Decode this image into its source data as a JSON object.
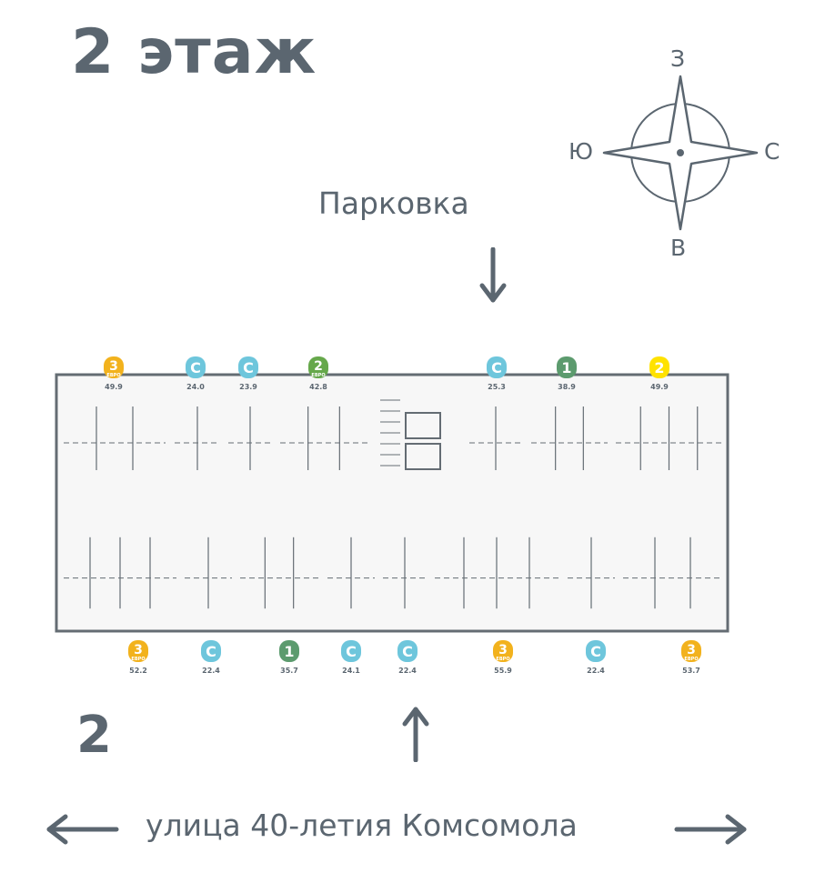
{
  "header": {
    "floor_title": "2 этаж"
  },
  "compass": {
    "north": "З",
    "west": "Ю",
    "east": "С",
    "south": "В"
  },
  "labels": {
    "parking": "Парковка",
    "street": "улица 40-летия Комсомола",
    "section_number": "2"
  },
  "colors": {
    "text": "#5b6670",
    "studio": "#d9ebf6",
    "one_room": "#dff0ea",
    "two_euro": "#e0f0de",
    "two_room": "#f3f6c4",
    "three": "#f9e9d9",
    "badge_studio": "#6ec6dc",
    "badge_one": "#5c9b6e",
    "badge_two_euro": "#66a84b",
    "badge_two": "#ffe200",
    "badge_three": "#f2b21d",
    "wall": "#646c73"
  },
  "badge_sub": "ЕВРО",
  "apartments_top": [
    {
      "badge": "3",
      "euro": true,
      "area": "49.9",
      "type": "three"
    },
    {
      "badge": "С",
      "euro": false,
      "area": "24.0",
      "type": "studio"
    },
    {
      "badge": "С",
      "euro": false,
      "area": "23.9",
      "type": "studio"
    },
    {
      "badge": "2",
      "euro": true,
      "area": "42.8",
      "type": "two_euro"
    },
    {
      "badge": "С",
      "euro": false,
      "area": "25.3",
      "type": "studio"
    },
    {
      "badge": "1",
      "euro": false,
      "area": "38.9",
      "type": "one_room"
    },
    {
      "badge": "2",
      "euro": false,
      "area": "49.9",
      "type": "two_room"
    }
  ],
  "apartments_bottom": [
    {
      "badge": "3",
      "euro": true,
      "area": "52.2",
      "type": "three"
    },
    {
      "badge": "С",
      "euro": false,
      "area": "22.4",
      "type": "studio"
    },
    {
      "badge": "1",
      "euro": false,
      "area": "35.7",
      "type": "one_room"
    },
    {
      "badge": "С",
      "euro": false,
      "area": "24.1",
      "type": "studio"
    },
    {
      "badge": "С",
      "euro": false,
      "area": "22.4",
      "type": "studio"
    },
    {
      "badge": "3",
      "euro": true,
      "area": "55.9",
      "type": "three"
    },
    {
      "badge": "С",
      "euro": false,
      "area": "22.4",
      "type": "studio"
    },
    {
      "badge": "3",
      "euro": true,
      "area": "53.7",
      "type": "three"
    }
  ]
}
